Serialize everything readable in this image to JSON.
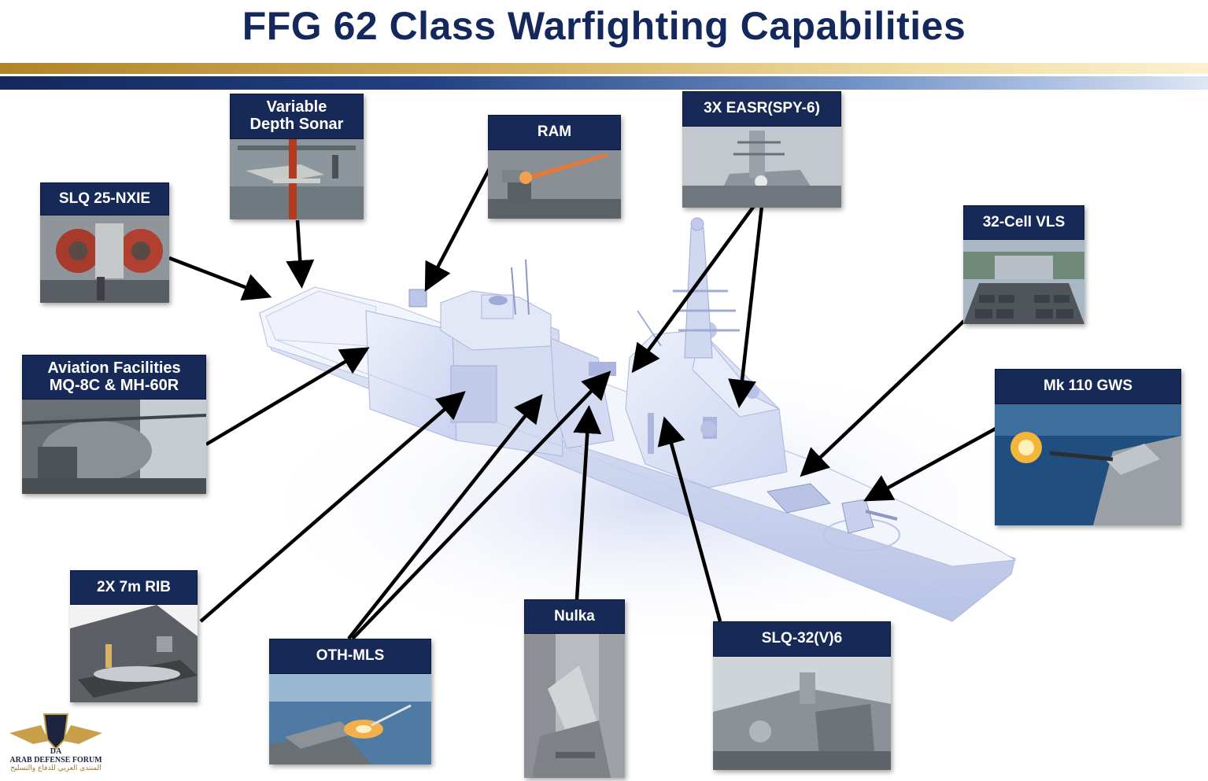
{
  "title": "FFG 62 Class Warfighting Capabilities",
  "colors": {
    "navy": "#172a57",
    "gold": "#c9a04a",
    "ship": "#dde3f6"
  },
  "capabilities": [
    {
      "id": "vds",
      "label": "Variable\nDepth Sonar",
      "icon": "sonar-photo"
    },
    {
      "id": "ram",
      "label": "RAM",
      "icon": "ram-launcher-photo"
    },
    {
      "id": "easr",
      "label": "3X EASR(SPY-6)",
      "icon": "radar-mast-photo"
    },
    {
      "id": "slq25",
      "label": "SLQ 25-NXIE",
      "icon": "towed-decoy-winch-photo"
    },
    {
      "id": "vls",
      "label": "32-Cell VLS",
      "icon": "vls-deck-photo"
    },
    {
      "id": "aviation",
      "label": "Aviation Facilities\nMQ-8C & MH-60R",
      "icon": "helicopter-hangar-photo"
    },
    {
      "id": "mk110",
      "label": "Mk 110 GWS",
      "icon": "naval-gun-photo"
    },
    {
      "id": "rib",
      "label": "2X 7m RIB",
      "icon": "rib-boat-bay-render"
    },
    {
      "id": "othmls",
      "label": "OTH-MLS",
      "icon": "missile-launch-photo"
    },
    {
      "id": "nulka",
      "label": "Nulka",
      "icon": "decoy-launcher-photo"
    },
    {
      "id": "slq32",
      "label": "SLQ-32(V)6",
      "icon": "ew-array-photo"
    }
  ],
  "logo": {
    "mark": "DA",
    "name": "ARAB DEFENSE FORUM",
    "name_ar": "المنتدى العربي للدفاع والتسليح"
  }
}
